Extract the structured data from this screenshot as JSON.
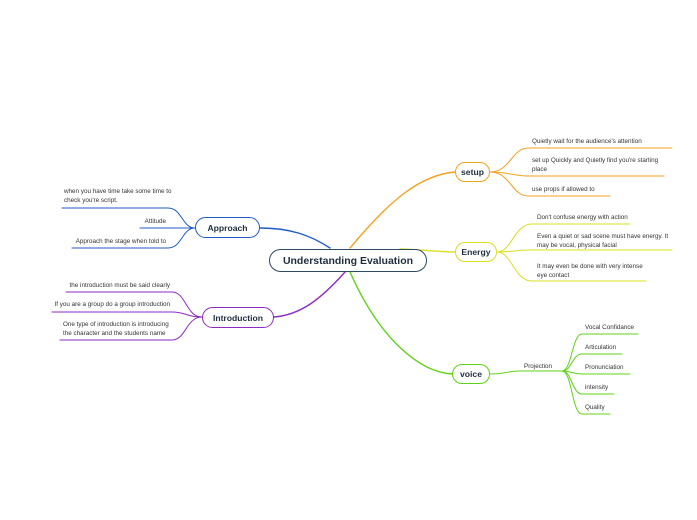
{
  "central": "Understanding Evaluation",
  "colors": {
    "setup": "#f5a21e",
    "energy": "#d9e021",
    "voice": "#5fd317",
    "approach": "#1f5bc4",
    "introduction": "#8e2ac4",
    "central_border": "#2d4a66"
  },
  "branches": {
    "setup": {
      "label": "setup",
      "items": [
        "Quietly wait for the audience's attention",
        "set up Quickly and Quietly find you're starting place",
        "use props if allowed to"
      ]
    },
    "energy": {
      "label": "Energy",
      "items": [
        "Don't confuse energy with action",
        "Even a quiet or sad scene must have energy. It may be vocal, physical facial",
        "It may even be done with very intense eye contact"
      ]
    },
    "voice": {
      "label": "voice",
      "sub": "Projection",
      "items": [
        "Vocal Confidance",
        "Articulation",
        "Pronunciation",
        "intensity",
        "Quality"
      ]
    },
    "approach": {
      "label": "Approach",
      "items": [
        "when you have time take some time to check you're script.",
        "Attitude",
        "Approach the stage when told to"
      ]
    },
    "introduction": {
      "label": "Introduction",
      "items": [
        "the introduction must be said clearly",
        "If you are a group do a group introduction",
        "One type of introduction is introducing the character and the students name"
      ]
    }
  }
}
